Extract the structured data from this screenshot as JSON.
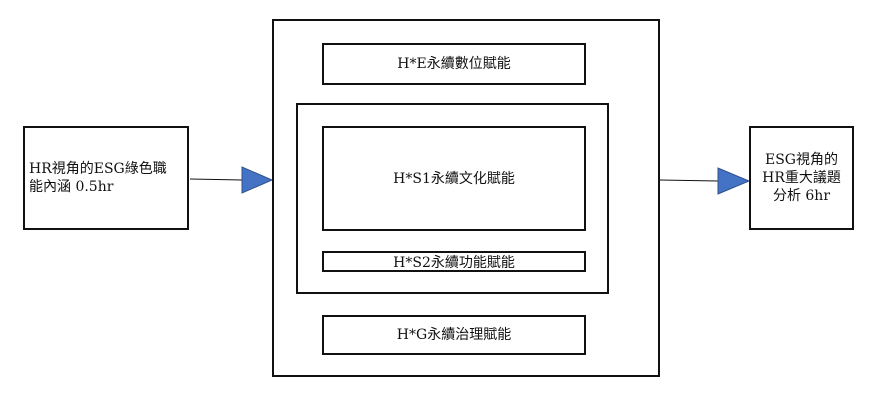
{
  "diagram": {
    "left_box": {
      "line1": "HR視角的ESG綠色職",
      "line2": "能內涵 0.5hr"
    },
    "right_box": {
      "line1": "ESG視角的",
      "line2": "HR重大議題",
      "line3": "分析 6hr"
    },
    "center": {
      "e_label": "H*E永續數位賦能",
      "s1_label": "H*S1永續文化賦能",
      "s2_label": "H*S2永續功能賦能",
      "g_label": "H*G永續治理賦能"
    },
    "colors": {
      "line": "#111111",
      "arrow": "#4472c4"
    }
  }
}
